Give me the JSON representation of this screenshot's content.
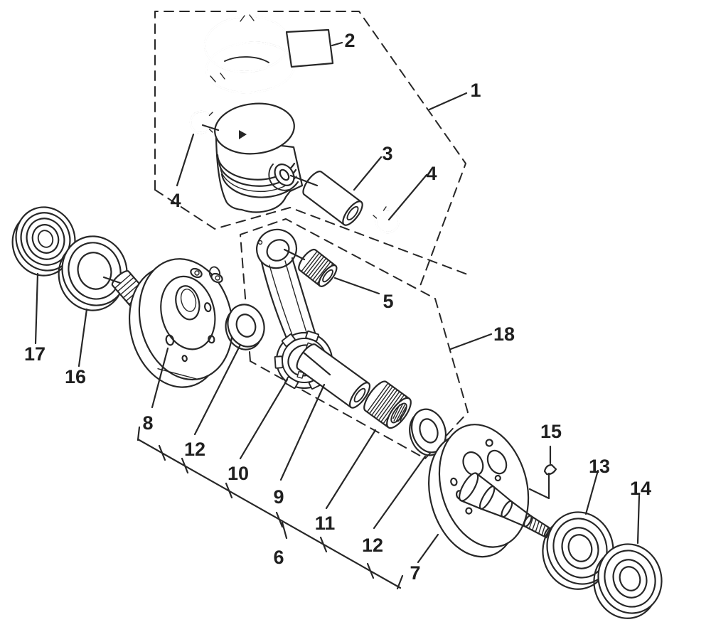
{
  "colors": {
    "ink": "#272727",
    "label": "#1f1f1f",
    "background": "#ffffff"
  },
  "callouts": {
    "piston_kit": "1",
    "piston_rings": "2",
    "piston_pin": "3",
    "pin_clip_left": "4",
    "pin_clip_right": "4",
    "small_end_bearing": "5",
    "crank_assembly": "6",
    "crank_half_right": "7",
    "crank_half_left": "8",
    "crank_pin": "9",
    "connecting_rod": "10",
    "big_end_bearing": "11",
    "thrust_washer_left": "12",
    "thrust_washer_right": "12",
    "main_bearing_inner": "13",
    "main_bearing_outer": "14",
    "woodruff_key": "15",
    "left_main_bearing": "16",
    "oil_seal": "17",
    "crank_kit": "18"
  }
}
